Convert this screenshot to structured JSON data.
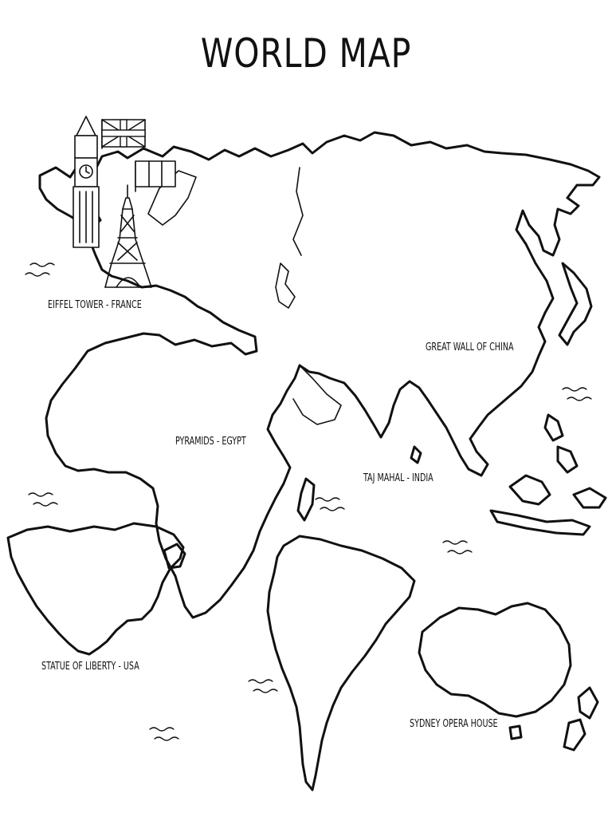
{
  "title": "WORLD MAP",
  "landmarks": [
    {
      "label": "EIFFEL TOWER - FRANCE",
      "icon": "eiffel-tower-icon",
      "flag": "france-flag-icon"
    },
    {
      "label": "PYRAMIDS - EGYPT",
      "icon": "pyramids-icon",
      "flag": "egypt-flag-icon"
    },
    {
      "label": "TAJ MAHAL - INDIA",
      "icon": "taj-mahal-icon",
      "flag": "india-flag-icon"
    },
    {
      "label": "GREAT WALL OF CHINA",
      "icon": "great-wall-icon",
      "flag": "china-flag-icon"
    },
    {
      "label": "STATUE OF LIBERTY - USA",
      "icon": "statue-of-liberty-icon",
      "flag": "usa-flag-icon"
    },
    {
      "label": "SYDNEY OPERA HOUSE",
      "icon": "sydney-opera-house-icon",
      "flag": "australia-flag-icon"
    }
  ],
  "extra_icons": [
    "big-ben-icon",
    "uk-flag-icon",
    "leaning-tower-of-pisa-icon",
    "italy-flag-icon",
    "christ-the-redeemer-icon",
    "brazil-flag-icon",
    "wave-icon"
  ],
  "colors": {
    "ink": "#111111",
    "paper": "#ffffff"
  }
}
